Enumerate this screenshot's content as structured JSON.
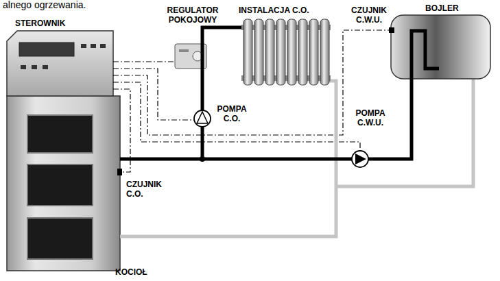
{
  "diagram": {
    "labels": [
      "alnego ogrzewania.",
      "REGULATOR POKOJOWY",
      "STEROWNIK",
      "INSTALACJA C.O.",
      "CZUJNIK C.W.U.",
      "BOJLER",
      "POMPA C.O.",
      "POMPA C.W.U.",
      "CZUJNIK C.O.",
      "KOCIOŁ"
    ]
  }
}
